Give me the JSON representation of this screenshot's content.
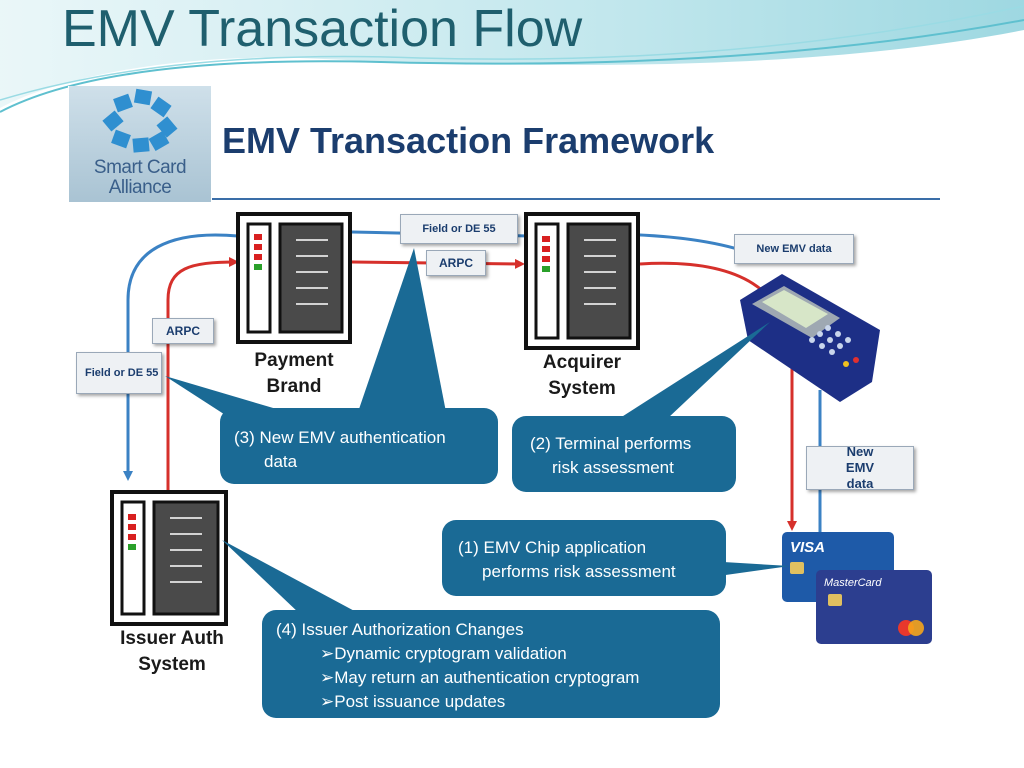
{
  "slide": {
    "title": "EMV Transaction Flow"
  },
  "logo": {
    "line1": "Smart Card",
    "line2": "Alliance"
  },
  "framework_title": "EMV Transaction Framework",
  "nodes": {
    "payment_brand": {
      "line1": "Payment",
      "line2": "Brand"
    },
    "acquirer": {
      "line1": "Acquirer",
      "line2": "System"
    },
    "issuer": {
      "line1": "Issuer Auth",
      "line2": "System"
    }
  },
  "edge_labels": {
    "field_de55_top": "Field or DE 55",
    "arpc_top": "ARPC",
    "new_emv_data_top": "New EMV data",
    "arpc_left": "ARPC",
    "field_de55_left": "Field or DE 55",
    "new_emv_data_right": "New EMV data"
  },
  "callouts": {
    "step1": {
      "line1": "(1)  EMV Chip application",
      "line2": "performs risk assessment"
    },
    "step2": {
      "line1": "(2) Terminal performs",
      "line2": "risk assessment"
    },
    "step3": {
      "line1": "(3)  New EMV authentication",
      "line2": "data"
    },
    "step4": {
      "line1": "(4)  Issuer Authorization Changes",
      "items": [
        "➢Dynamic cryptogram validation",
        "➢May return an authentication cryptogram",
        "➢Post issuance updates"
      ]
    }
  },
  "cards": {
    "visa_brand": "VISA",
    "mastercard_brand": "MasterCard"
  },
  "colors": {
    "blue_flow": "#3b82c4",
    "red_flow": "#d6302b",
    "callout_fill": "#1a6a95",
    "title_text": "#1f5f6e",
    "framework_text": "#1b3d6e"
  }
}
